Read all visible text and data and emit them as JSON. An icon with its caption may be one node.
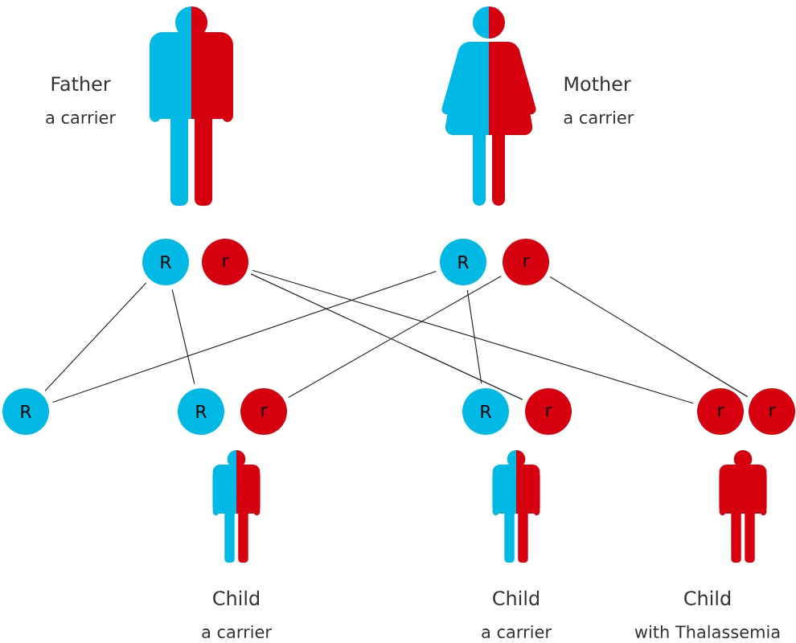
{
  "diagram": {
    "nodes": [
      {
        "text": [],
        "shape": "person",
        "beside": [
          "Father",
          "a carrier"
        ]
      },
      {
        "text": [],
        "shape": "person",
        "beside": [
          "Mother",
          "a carrier"
        ]
      },
      {
        "text": [
          "R"
        ]
      },
      {
        "text": [
          "r"
        ]
      },
      {
        "text": [
          "R"
        ]
      },
      {
        "text": [
          "r"
        ]
      },
      {
        "text": [
          "R"
        ]
      },
      {
        "text": [
          "R"
        ]
      },
      {
        "text": [
          "r"
        ]
      },
      {
        "text": [
          "R"
        ]
      },
      {
        "text": [
          "r"
        ]
      },
      {
        "text": [
          "r"
        ]
      },
      {
        "text": [
          "r"
        ]
      },
      {
        "text": [],
        "shape": "person",
        "beside": [
          "Child",
          "a carrier"
        ]
      },
      {
        "text": [],
        "shape": "person",
        "beside": [
          "Child",
          "a carrier"
        ]
      },
      {
        "text": [],
        "shape": "person",
        "beside": [
          "Child",
          "with Thalassemia"
        ]
      }
    ],
    "edges": [
      {
        "from": 2,
        "to": 6,
        "arrow": "none"
      },
      {
        "from": 2,
        "to": 7,
        "arrow": "none"
      },
      {
        "from": 3,
        "to": 10,
        "arrow": "none"
      },
      {
        "from": 3,
        "to": 11,
        "arrow": "none"
      },
      {
        "from": 4,
        "to": 6,
        "arrow": "none"
      },
      {
        "from": 4,
        "to": 9,
        "arrow": "none"
      },
      {
        "from": 5,
        "to": 8,
        "arrow": "none"
      },
      {
        "from": 5,
        "to": 12,
        "arrow": "none"
      }
    ]
  }
}
